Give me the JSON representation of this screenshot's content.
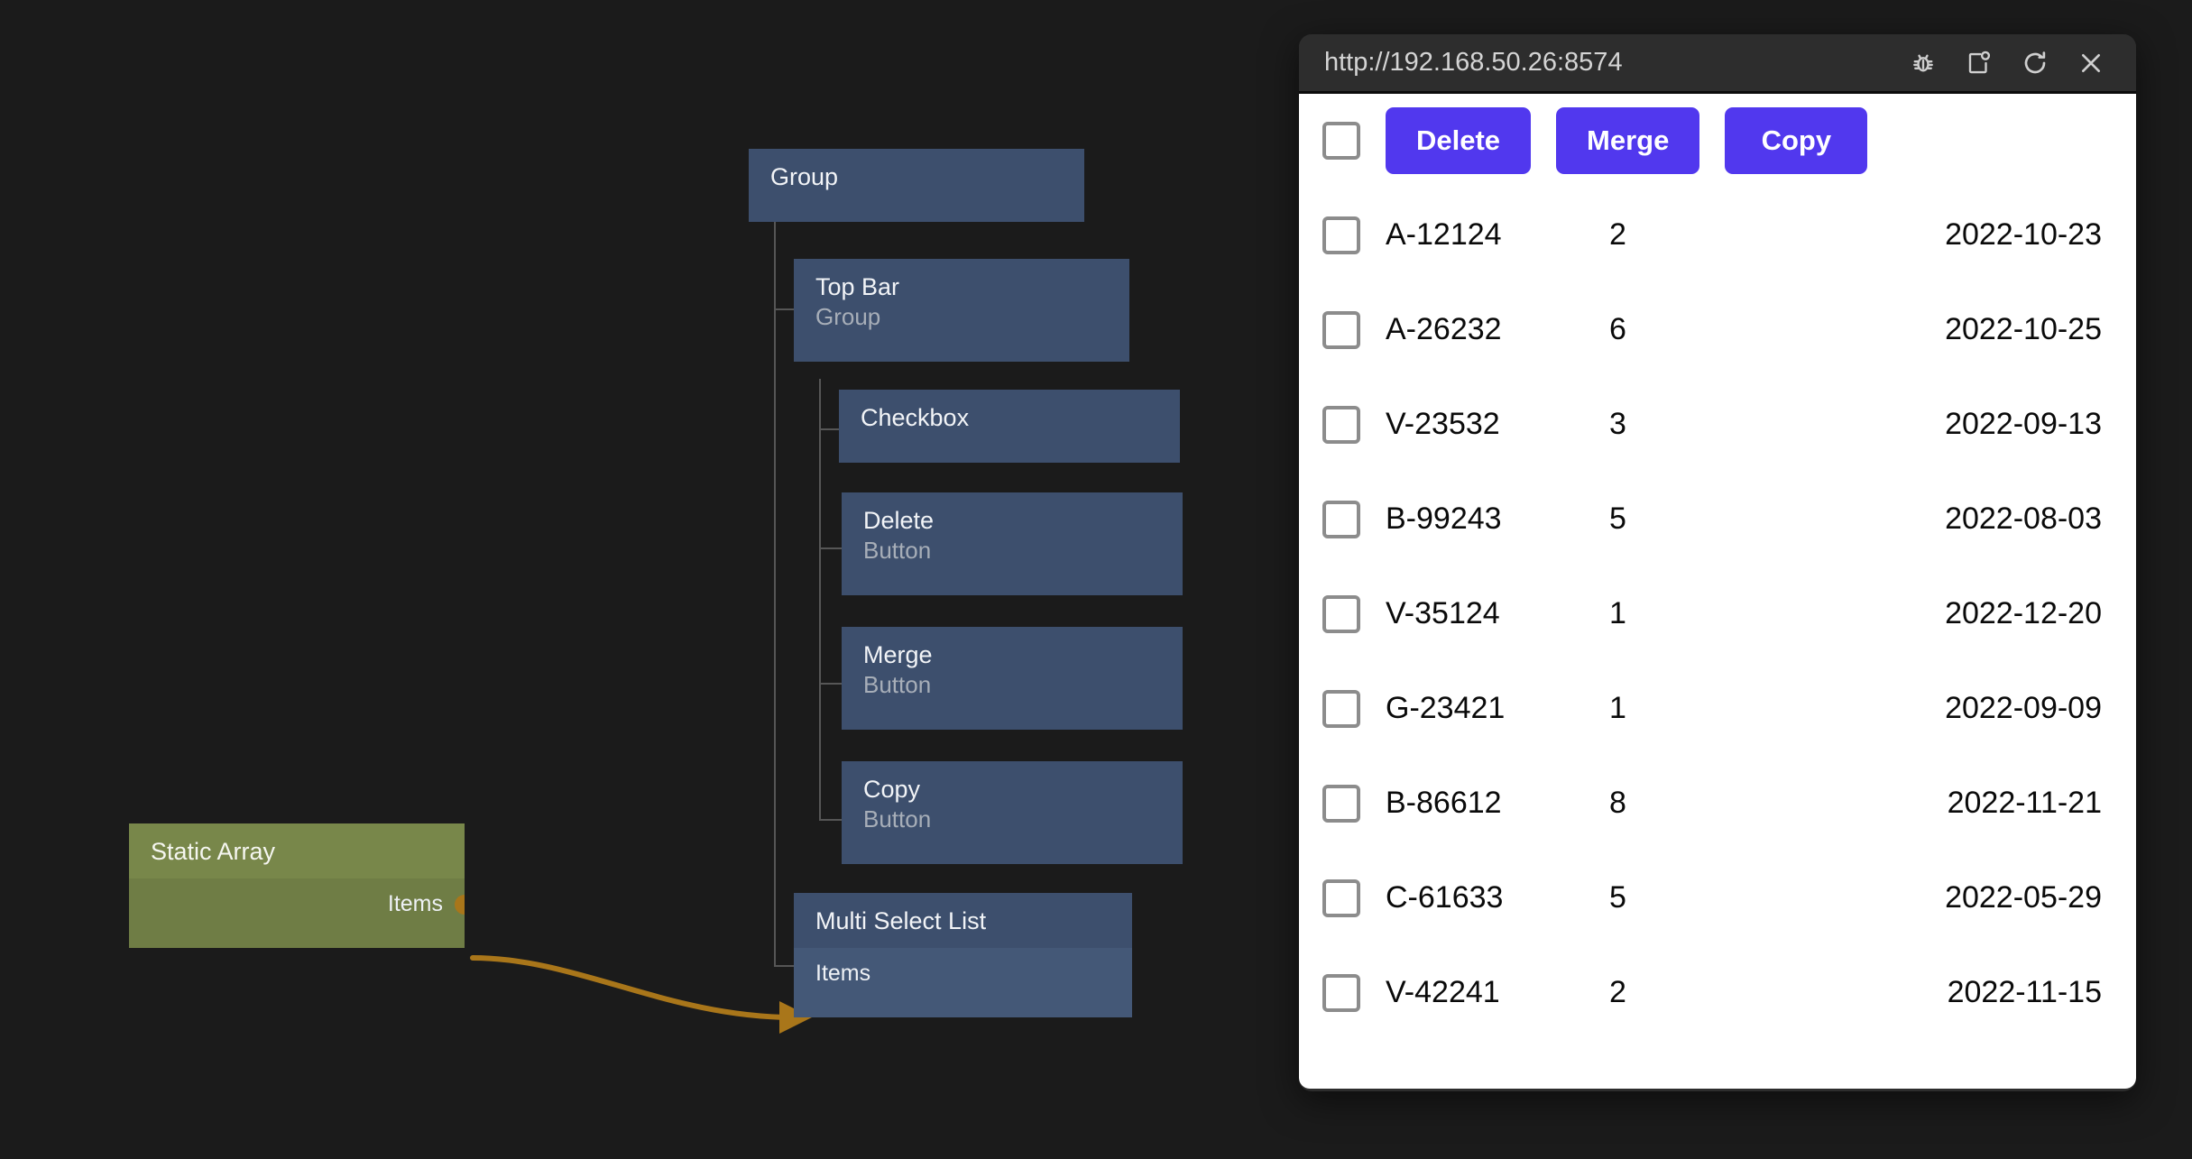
{
  "graph": {
    "nodes": [
      {
        "title": "Group",
        "subtitle": ""
      },
      {
        "title": "Top Bar",
        "subtitle": "Group"
      },
      {
        "title": "Checkbox",
        "subtitle": ""
      },
      {
        "title": "Delete",
        "subtitle": "Button"
      },
      {
        "title": "Merge",
        "subtitle": "Button"
      },
      {
        "title": "Copy",
        "subtitle": "Button"
      },
      {
        "title": "Multi Select List",
        "subtitle": "",
        "in_port": "Items"
      },
      {
        "title": "Static Array",
        "subtitle": "",
        "out_port": "Items"
      }
    ],
    "colors": {
      "canvas_background": "#1b1b1b",
      "node_blue": "#3d4f6d",
      "node_green": "#78874a",
      "edge_orange": "#a9761a",
      "tree_line": "#565656"
    }
  },
  "browser": {
    "url": "http://192.168.50.26:8574",
    "icons": [
      "bug-icon",
      "open-external-icon",
      "reload-icon",
      "close-icon"
    ]
  },
  "page": {
    "toolbar": {
      "select_all_label": "select-all-checkbox",
      "buttons": [
        "Delete",
        "Merge",
        "Copy"
      ]
    },
    "rows": [
      {
        "id": "A-12124",
        "qty": "2",
        "date": "2022-10-23"
      },
      {
        "id": "A-26232",
        "qty": "6",
        "date": "2022-10-25"
      },
      {
        "id": "V-23532",
        "qty": "3",
        "date": "2022-09-13"
      },
      {
        "id": "B-99243",
        "qty": "5",
        "date": "2022-08-03"
      },
      {
        "id": "V-35124",
        "qty": "1",
        "date": "2022-12-20"
      },
      {
        "id": "G-23421",
        "qty": "1",
        "date": "2022-09-09"
      },
      {
        "id": "B-86612",
        "qty": "8",
        "date": "2022-11-21"
      },
      {
        "id": "C-61633",
        "qty": "5",
        "date": "2022-05-29"
      },
      {
        "id": "V-42241",
        "qty": "2",
        "date": "2022-11-15"
      }
    ],
    "colors": {
      "button_purple": "#5138ee",
      "page_background": "#ffffff",
      "checkbox_border": "#8c8c8c"
    }
  }
}
